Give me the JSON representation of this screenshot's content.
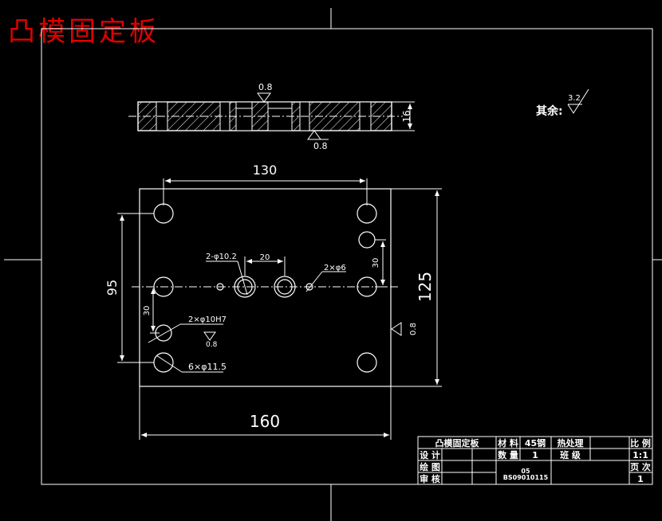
{
  "drawing": {
    "title": "凸模固定板",
    "other_surfaces_label": "其余:",
    "other_surfaces_roughness": "3.2",
    "section_roughness_top": "0.8",
    "section_roughness_bottom": "0.8",
    "section_thickness": "16",
    "dim_top_spacing": "130",
    "dim_overall_width": "160",
    "dim_overall_height": "125",
    "dim_left_spacing": "95",
    "dim_left_lower": "30",
    "dim_right_upper": "30",
    "dim_center_spacing": "20",
    "hole_callout_1": "2-φ10.2",
    "hole_callout_2": "2×φ6",
    "hole_callout_3": "2×φ10H7",
    "hole_callout_4": "6×φ11.5",
    "hole_roughness": "0.8",
    "right_edge_roughness": "0.8"
  },
  "title_block": {
    "part_name": "凸模固定板",
    "material_label": "材 料",
    "material_value": "45钢",
    "heat_treatment": "热处理",
    "scale_label": "比 例",
    "scale_value": "1:1",
    "designer": "设 计",
    "quantity_label": "数 量",
    "quantity_value": "1",
    "class_label": "班 级",
    "drafter": "绘 图",
    "checker": "审 核",
    "page_label": "页 次",
    "page_value": "1",
    "code_top": "05",
    "code_bottom": "BS09010115"
  }
}
